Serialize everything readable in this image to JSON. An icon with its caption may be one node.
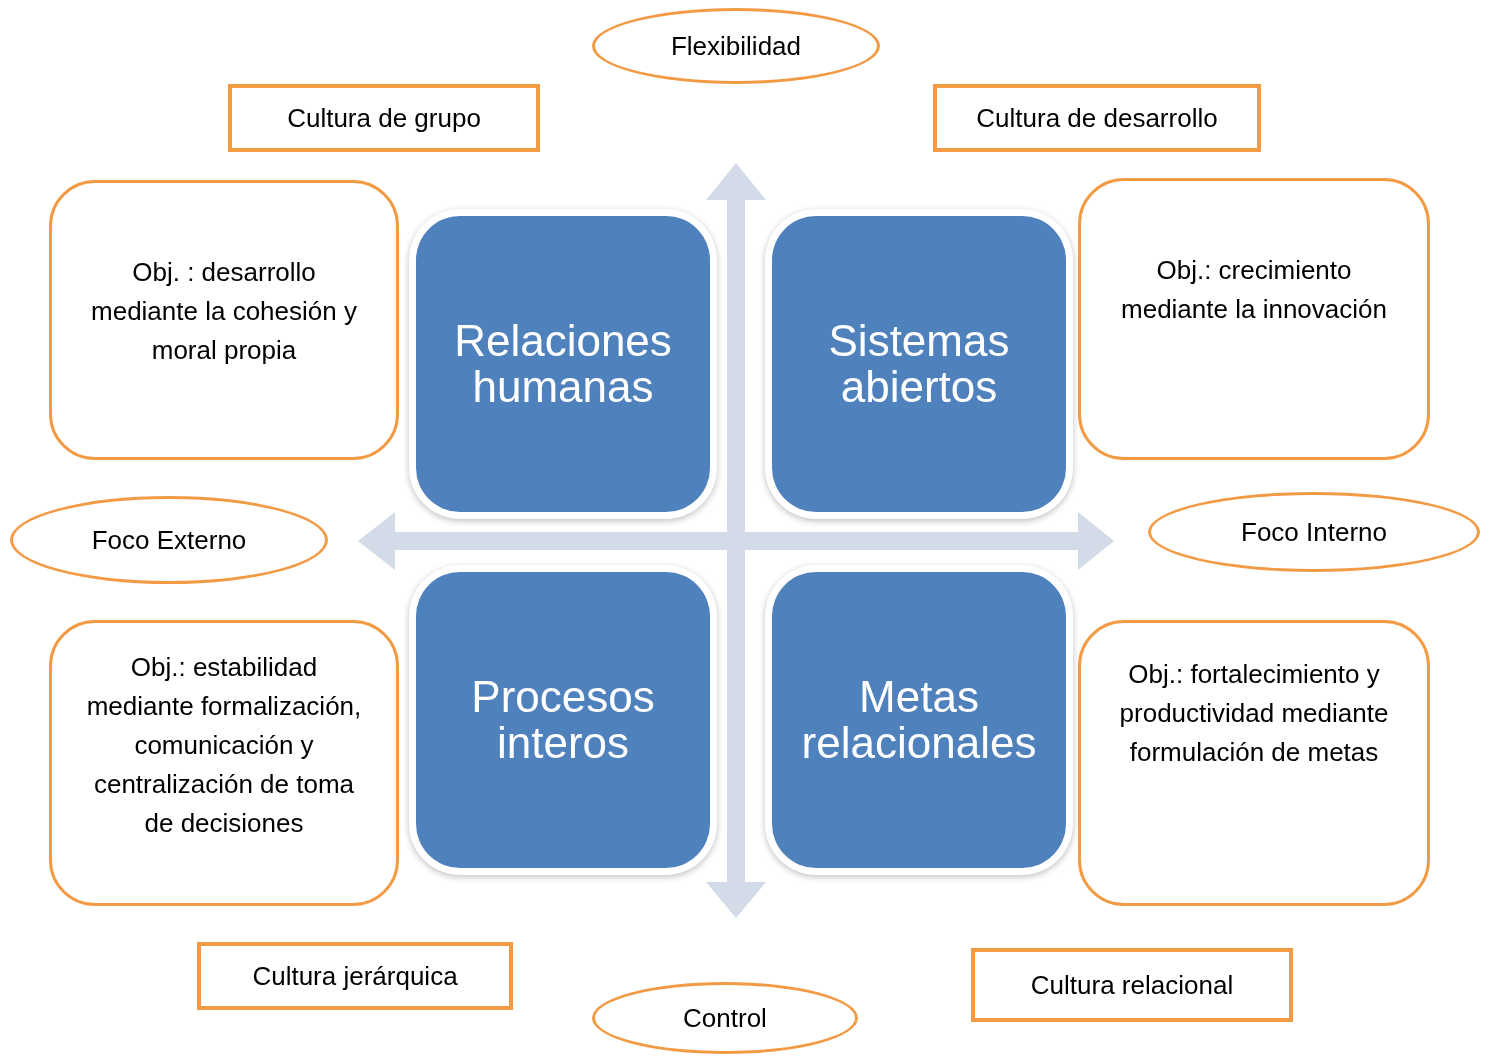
{
  "diagram": {
    "nodes": [
      {
        "text": [
          "Flexibilidad"
        ]
      },
      {
        "text": [
          "Cultura de grupo"
        ]
      },
      {
        "text": [
          "Cultura de desarrollo"
        ]
      },
      {
        "text": [
          "Obj. : desarrollo mediante la cohesión y moral propia"
        ]
      },
      {
        "text": [
          "Relaciones humanas"
        ]
      },
      {
        "text": [
          "Sistemas abiertos"
        ]
      },
      {
        "text": [
          "Obj.: crecimiento mediante la innovación"
        ]
      },
      {
        "text": [
          "Foco Externo"
        ]
      },
      {
        "text": [
          "Foco Interno"
        ]
      },
      {
        "text": [
          "Obj.: estabilidad mediante formalización, comunicación y centralización de toma de decisiones"
        ]
      },
      {
        "text": [
          "Procesos interos"
        ]
      },
      {
        "text": [
          "Metas relacionales"
        ]
      },
      {
        "text": [
          "Obj.: fortalecimiento y productividad mediante formulación de metas"
        ]
      },
      {
        "text": [
          "Cultura jerárquica"
        ]
      },
      {
        "text": [
          "Cultura relacional"
        ]
      },
      {
        "text": [
          "Control"
        ]
      }
    ]
  }
}
